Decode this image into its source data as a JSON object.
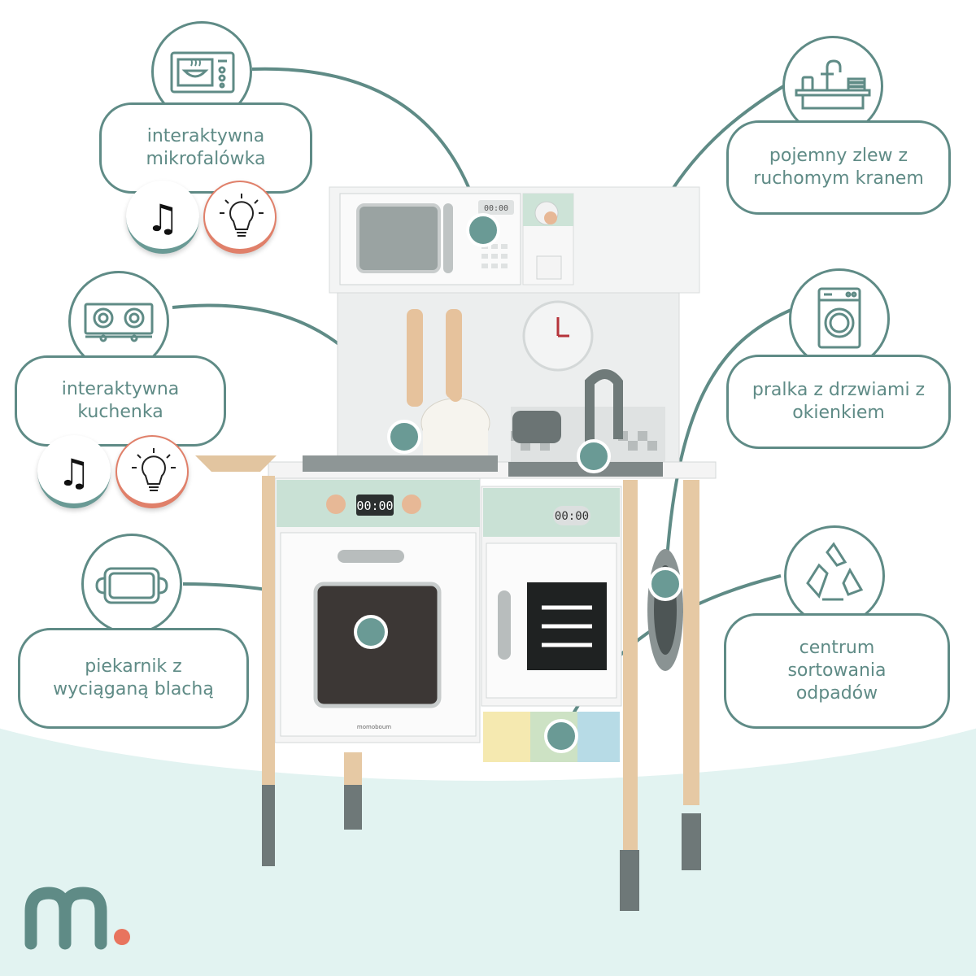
{
  "colors": {
    "accent": "#5f8b86",
    "mint_background": "#e2f3f1",
    "music_ring": "#6a9a95",
    "light_ring": "#e0806a",
    "logo_dot": "#e8745e"
  },
  "features": [
    {
      "label": "interaktywna\nmikrofalówka",
      "icon": "microwave-icon",
      "extras": [
        "music-icon",
        "lightbulb-icon"
      ]
    },
    {
      "label": "pojemny zlew z\nruchomym kranem",
      "icon": "sink-icon"
    },
    {
      "label": "interaktywna\nkuchenka",
      "icon": "stove-icon",
      "extras": [
        "music-icon",
        "lightbulb-icon"
      ]
    },
    {
      "label": "pralka z drzwiami z\nokienkiem",
      "icon": "washing-machine-icon"
    },
    {
      "label": "piekarnik z\nwyciąganą blachą",
      "icon": "baking-tray-icon"
    },
    {
      "label": "centrum\nsortowania\nodpadów",
      "icon": "recycle-icon"
    }
  ],
  "product": {
    "oven_timer": "00:00",
    "panel_timer": "00:00",
    "microwave_timer": "00:00",
    "brand_on_oven": "momoboum"
  },
  "logo": {
    "letter": "m"
  }
}
